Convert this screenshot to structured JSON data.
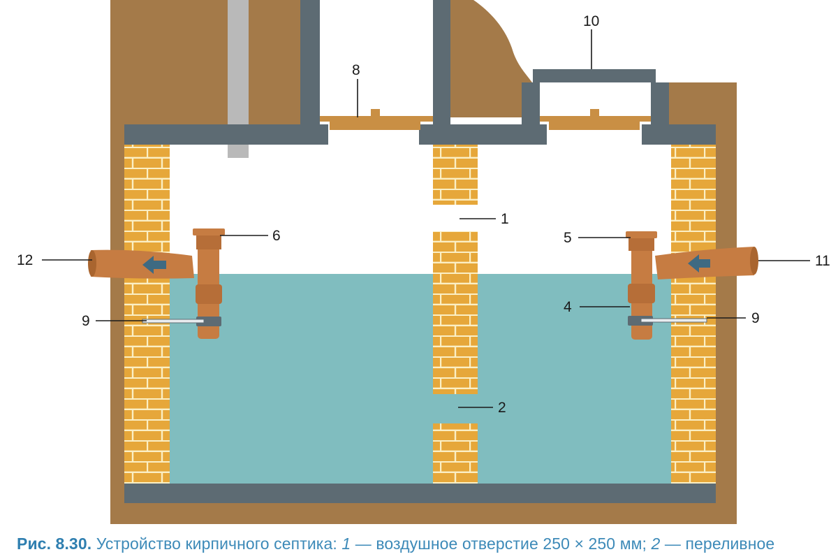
{
  "diagram": {
    "labels": {
      "n1": "1",
      "n2": "2",
      "n4": "4",
      "n5": "5",
      "n6": "6",
      "n8": "8",
      "n9_left": "9",
      "n9_right": "9",
      "n10": "10",
      "n11": "11",
      "n12": "12"
    },
    "colors": {
      "soil": "#a47a49",
      "concrete": "#5d6b73",
      "brick": "#e6a73a",
      "mortar": "#fbefc4",
      "water": "#80bdbf",
      "pipe": "#c67c42",
      "pipe_dark": "#9b5a2c",
      "arrow": "#3e6a82",
      "vent_pipe": "#b9b9b9",
      "lid": "#c98f44"
    }
  },
  "caption": {
    "figure": "Рис. 8.30.",
    "text_a": " Устройство кирпичного септика: ",
    "ref1": "1",
    "text_b": " — воздушное отверстие 250 × 250 мм; ",
    "ref2": "2",
    "text_c": " — переливное"
  }
}
